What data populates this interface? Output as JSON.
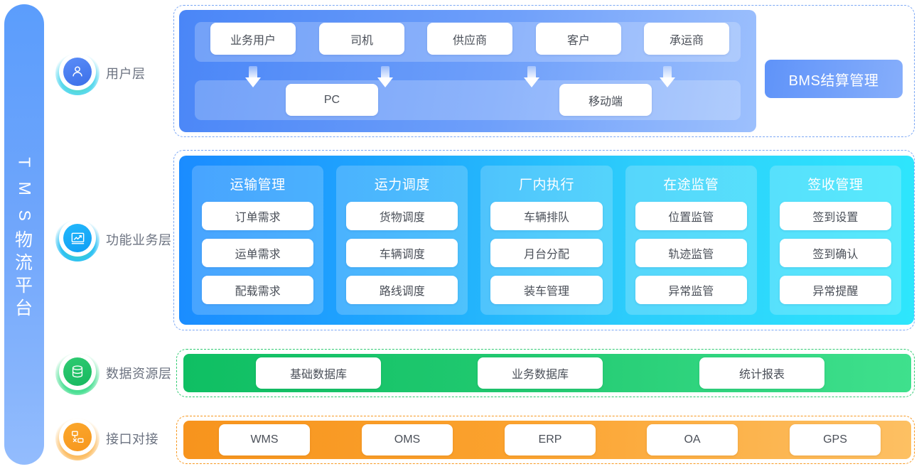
{
  "platform": {
    "latin": [
      "T",
      "M",
      "S"
    ],
    "cjk": [
      "物",
      "流",
      "平",
      "台"
    ]
  },
  "layers": [
    {
      "key": "user",
      "icon": "user-icon",
      "label": "用户层"
    },
    {
      "key": "func",
      "icon": "chart-icon",
      "label": "功能业务层"
    },
    {
      "key": "data",
      "icon": "database-icon",
      "label": "数据资源层"
    },
    {
      "key": "api",
      "icon": "interface-icon",
      "label": "接口对接"
    }
  ],
  "user_layer": {
    "users": [
      "业务用户",
      "司机",
      "供应商",
      "客户",
      "承运商"
    ],
    "devices": [
      "PC",
      "移动端"
    ],
    "arrow_count": 4
  },
  "bms": {
    "label": "BMS结算管理"
  },
  "function_layer": {
    "columns": [
      {
        "title": "运输管理",
        "items": [
          "订单需求",
          "运单需求",
          "配载需求"
        ]
      },
      {
        "title": "运力调度",
        "items": [
          "货物调度",
          "车辆调度",
          "路线调度"
        ]
      },
      {
        "title": "厂内执行",
        "items": [
          "车辆排队",
          "月台分配",
          "装车管理"
        ]
      },
      {
        "title": "在途监管",
        "items": [
          "位置监管",
          "轨迹监管",
          "异常监管"
        ]
      },
      {
        "title": "签收管理",
        "items": [
          "签到设置",
          "签到确认",
          "异常提醒"
        ]
      }
    ]
  },
  "data_layer": {
    "items": [
      "基础数据库",
      "业务数据库",
      "统计报表"
    ]
  },
  "api_layer": {
    "items": [
      "WMS",
      "OMS",
      "ERP",
      "OA",
      "GPS"
    ]
  },
  "colors": {
    "platform_blue": "#6ea5fb",
    "user_blue": "#4a86f7",
    "function_blue": "#1b8cff",
    "function_cyan": "#2ee6fc",
    "data_green": "#21c970",
    "api_orange": "#fba22e",
    "bms_blue": "#5f93f9",
    "label_gray": "#6b7280",
    "chip_text": "#4a4f58"
  }
}
